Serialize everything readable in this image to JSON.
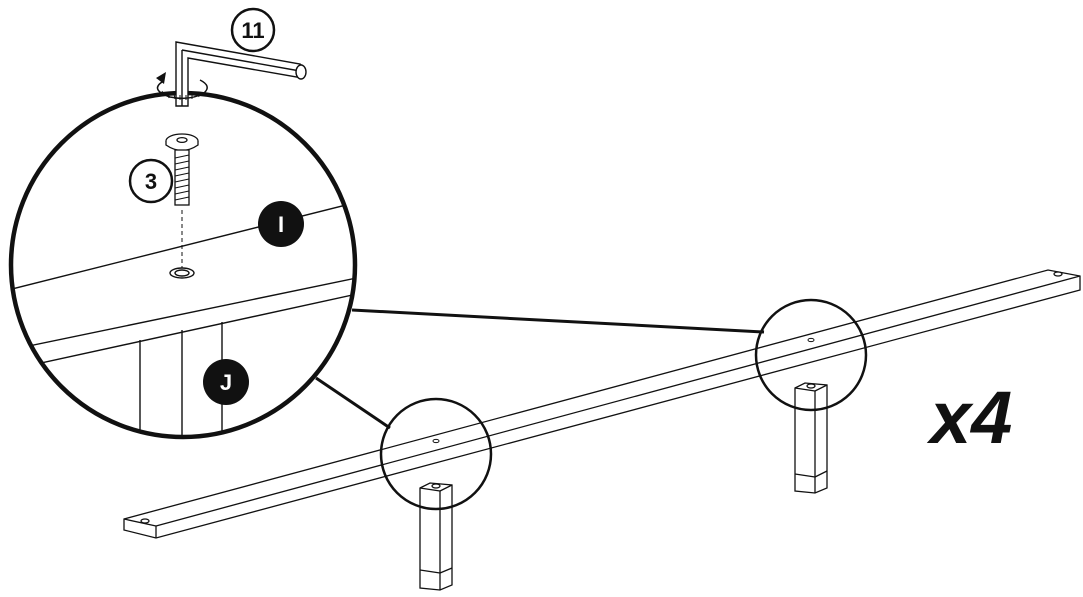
{
  "callouts": {
    "tool_number": "11",
    "screw_number": "3",
    "part_top": "I",
    "part_leg": "J"
  },
  "multiplier": "x4",
  "colors": {
    "ink": "#111111",
    "paper": "#ffffff"
  }
}
